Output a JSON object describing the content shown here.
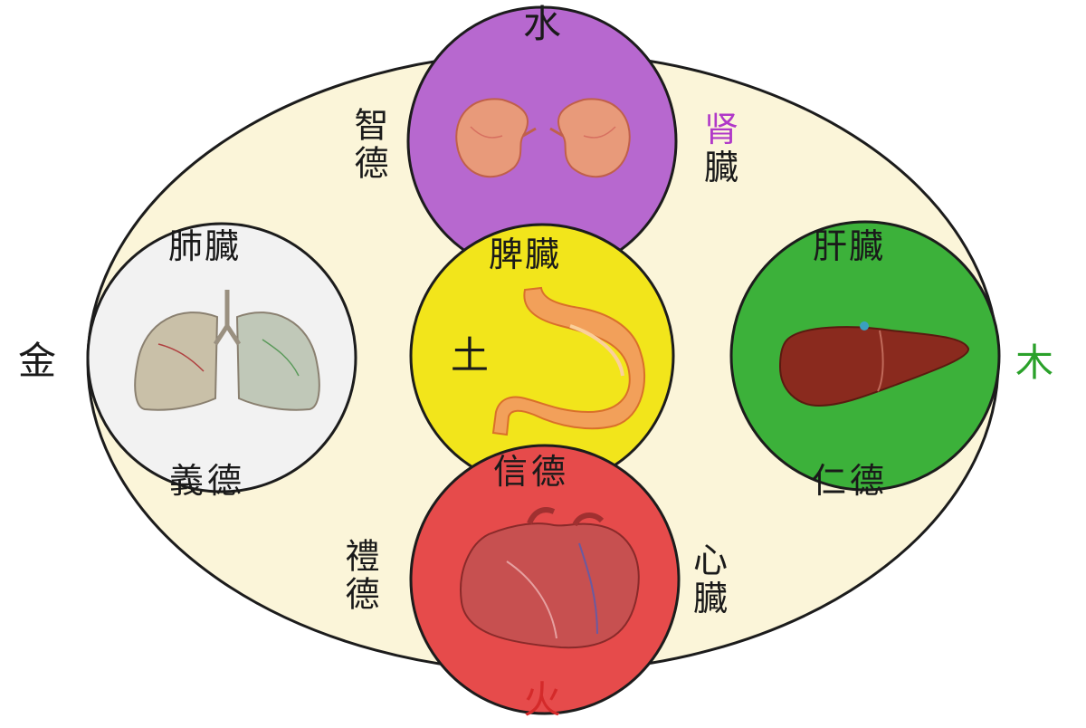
{
  "colors": {
    "background_oval": "#fbf5d9",
    "oval_stroke": "#1c1c1c",
    "water_circle": "#b768cf",
    "earth_circle": "#f2e51b",
    "wood_circle": "#3cb13a",
    "fire_circle": "#e64b4b",
    "metal_circle": "#f2f2f2",
    "radical_accent": "#b038c8",
    "wood_text": "#2aa12a",
    "fire_text": "#d42a2a"
  },
  "elements": {
    "water": "水",
    "fire": "火",
    "wood": "木",
    "metal": "金",
    "earth": "土"
  },
  "virtues": {
    "wisdom": "智德",
    "benevolence": "仁德",
    "righteousness": "義德",
    "propriety": "禮德",
    "faith": "信德"
  },
  "organs": {
    "kidney": {
      "radical": "肾",
      "rest": "",
      "full": "肾臓",
      "line1": "肾",
      "line2": "臓"
    },
    "lung": "肺臓",
    "spleen": "脾臓",
    "liver": "肝臓",
    "heart": {
      "line1": "心",
      "line2": "臓"
    }
  },
  "icons": {
    "kidney": "kidneys-icon",
    "lung": "lungs-icon",
    "stomach": "stomach-icon",
    "liver": "liver-icon",
    "heart": "heart-icon"
  }
}
